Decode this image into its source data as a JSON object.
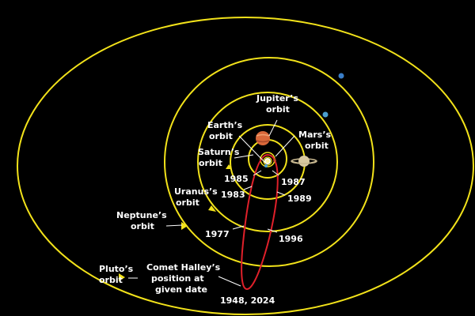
{
  "colors": {
    "background": "#000000",
    "planet_orbit": "#f2e21a",
    "comet_orbit": "#e0202a",
    "label": "#ffffff",
    "jupiter": "#d9683a",
    "saturn": "#d8c8a0",
    "earth": "#4aa3d8",
    "mars": "#c84a2a"
  },
  "labels": {
    "jupiter_l1": "Jupiter’s",
    "jupiter_l2": "orbit",
    "earth_l1": "Earth’s",
    "earth_l2": "orbit",
    "mars_l1": "Mars’s",
    "mars_l2": "orbit",
    "saturn_l1": "Saturn’s",
    "saturn_l2": "orbit",
    "uranus_l1": "Uranus’s",
    "uranus_l2": "orbit",
    "neptune_l1": "Neptune’s",
    "neptune_l2": "orbit",
    "pluto_l1": "Pluto’s",
    "pluto_l2": "orbit",
    "comet_l1": "Comet Halley’s",
    "comet_l2": "position at",
    "comet_l3": "given date"
  },
  "dates": [
    "1985",
    "1987",
    "1983",
    "1989",
    "1977",
    "1996",
    "1948, 2024"
  ],
  "icons": {
    "sun": "sun-icon",
    "jupiter": "jupiter-planet-icon",
    "saturn": "saturn-planet-icon",
    "neptune": "neptune-planet-icon",
    "uranus": "uranus-planet-icon"
  }
}
